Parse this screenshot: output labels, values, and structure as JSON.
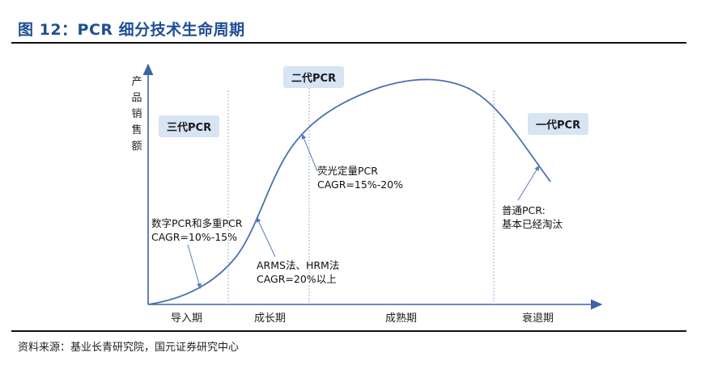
{
  "header": {
    "title": "图 12：PCR 细分技术生命周期"
  },
  "y_axis_label": [
    "产",
    "品",
    "销",
    "售",
    "额"
  ],
  "generations": {
    "third": "三代PCR",
    "second": "二代PCR",
    "first": "一代PCR"
  },
  "annotations": {
    "digital_multi": {
      "line1": "数字PCR和多重PCR",
      "line2": "CAGR=10%-15%"
    },
    "arms_hrm": {
      "line1": "ARMS法、HRM法",
      "line2": "CAGR=20%以上"
    },
    "fluorescent": {
      "line1": "荧光定量PCR",
      "line2": "CAGR=15%-20%"
    },
    "ordinary": {
      "line1": "普通PCR:",
      "line2": "基本已经淘汰"
    }
  },
  "phases": {
    "intro": "导入期",
    "growth": "成长期",
    "mature": "成熟期",
    "decline": "衰退期"
  },
  "footer": {
    "source": "资料来源：基业长青研究院，国元证券研究中心"
  },
  "colors": {
    "title": "#1f4e93",
    "curve": "#4a6fb0",
    "tag_bg": "#d6e4f3",
    "axis": "#3b63a8"
  }
}
